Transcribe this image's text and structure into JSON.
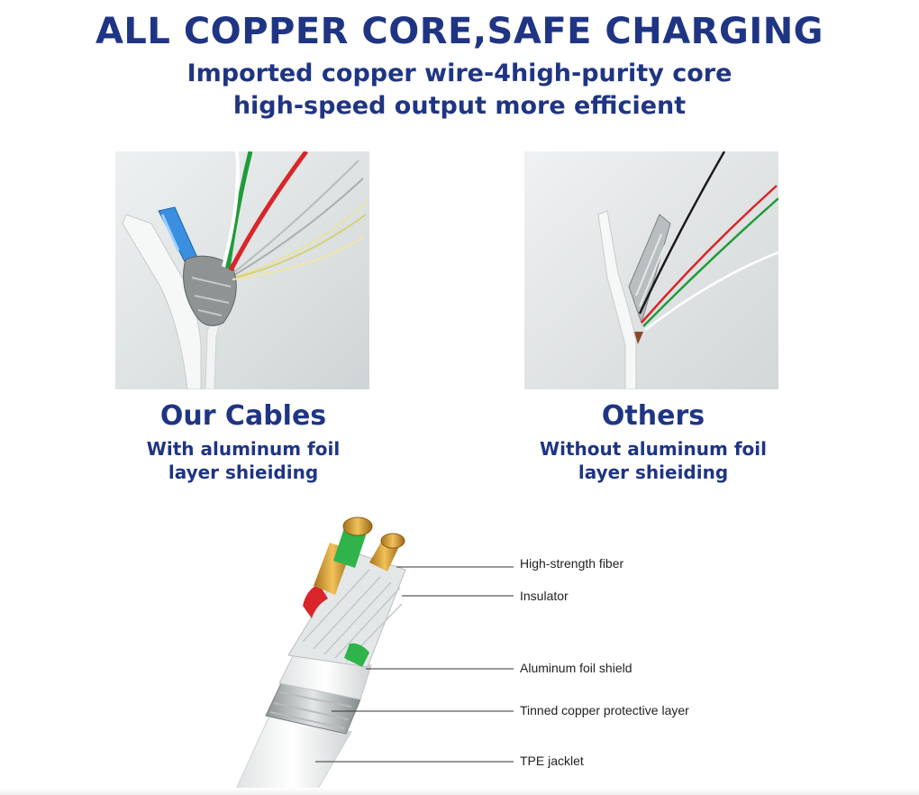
{
  "header": {
    "title": "ALL COPPER CORE,SAFE CHARGING",
    "subtitle_line1": "Imported copper wire-4high-purity core",
    "subtitle_line2": "high-speed output more efficient"
  },
  "comparison": {
    "ours": {
      "title": "Our Cables",
      "line1": "With aluminum foil",
      "line2": "layer shieiding"
    },
    "others": {
      "title": "Others",
      "line1": "Without aluminum foil",
      "line2": "layer shieiding"
    }
  },
  "diagram": {
    "labels": [
      "High-strength fiber",
      "Insulator",
      "Aluminum foil shield",
      "Tinned copper protective layer",
      "TPE  jacklet"
    ]
  },
  "colors": {
    "brand_blue": "#1f3584",
    "wire_green": "#1f9b3a",
    "wire_red": "#d8262a",
    "copper": "#c9952e"
  }
}
